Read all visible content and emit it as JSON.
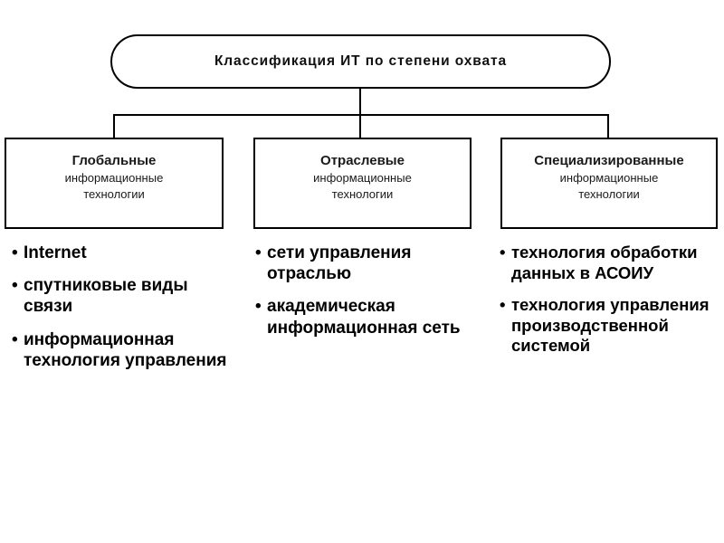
{
  "slide": {
    "title": "Классификация ИТ по степени охвата",
    "bullet_glyph": "•"
  },
  "categories": [
    {
      "heading": "Глобальные",
      "subline1": "информационные",
      "subline2": "технологии",
      "items": [
        "Internet",
        "спутниковые виды связи",
        "информационная технология управления"
      ]
    },
    {
      "heading": "Отраслевые",
      "subline1": "информационные",
      "subline2": "технологии",
      "items": [
        "сети управления отраслью",
        "академическая информационная сеть"
      ]
    },
    {
      "heading": "Специализированные",
      "subline1": "информационные",
      "subline2": "технологии",
      "items": [
        "технология обработки данных в АСОИУ",
        "технология управления производственной системой"
      ]
    }
  ]
}
